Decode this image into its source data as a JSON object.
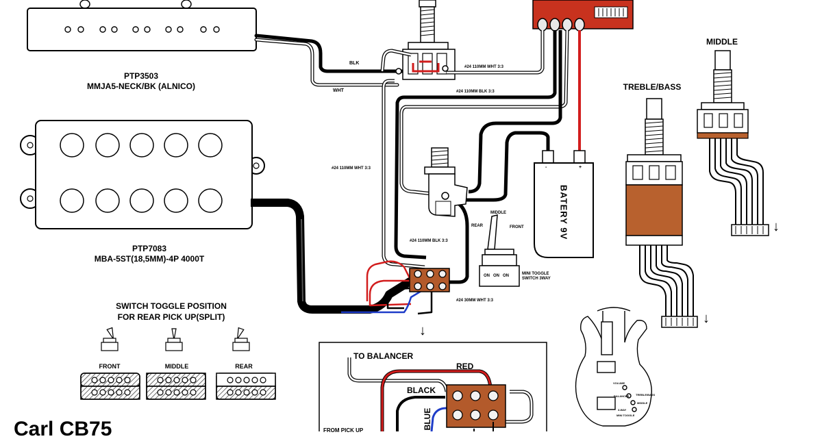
{
  "pickups": {
    "neck_model": "PTP3503",
    "neck_desc": "MMJA5-NECK/BK (ALNICO)",
    "bridge_model": "PTP7083",
    "bridge_desc": "MBA-5ST(18,5MM)-4P 4000T"
  },
  "wires": {
    "blk": "BLK",
    "wht": "WHT",
    "w1": "#24 110MM WHT 3:3",
    "w2": "#24 110MM BLK 3:3",
    "w3": "#24 110MM WHT 3:3",
    "w4": "#24 110MM BLK 3:3",
    "w5": "#24 30MM WHT 3:3"
  },
  "pots": {
    "treble_bass": "TREBLE/BASS",
    "middle": "MIDDLE"
  },
  "battery": {
    "label": "BATERY 9V",
    "minus": "-",
    "plus": "+"
  },
  "toggle": {
    "middle": "MIDDLE",
    "rear": "REAR",
    "front": "FRONT",
    "positions": "ON   ON   ON",
    "caption1": "MINI TOGGLE",
    "caption2": "SWITCH 3WAY"
  },
  "legend": {
    "title1": "SWITCH TOGGLE POSITION",
    "title2": "FOR REAR PICK UP(SPLIT)",
    "front": "FRONT",
    "middle": "MIDDLE",
    "rear": "REAR"
  },
  "inset": {
    "to_balancer": "TO BALANCER",
    "red": "RED",
    "black": "BLACK",
    "blue": "BLUE",
    "from_pickup": "FROM PICK UP"
  },
  "bottom_title": "Carl CB75",
  "guitar": {
    "volume": "VOLUME",
    "balancer": "BALANCER",
    "treble_bass": "TREBLE/BASS",
    "middle": "MIDDLE",
    "toggle": "3-WAY",
    "mini": "MINI TOGGLE"
  },
  "arrow": "↓",
  "colors": {
    "wire_red": "#d21d1d",
    "wire_blue": "#1e3cc8",
    "board_red": "#c8321e",
    "terminal_brown": "#b35a2b",
    "pot_body": "#b8612e"
  }
}
